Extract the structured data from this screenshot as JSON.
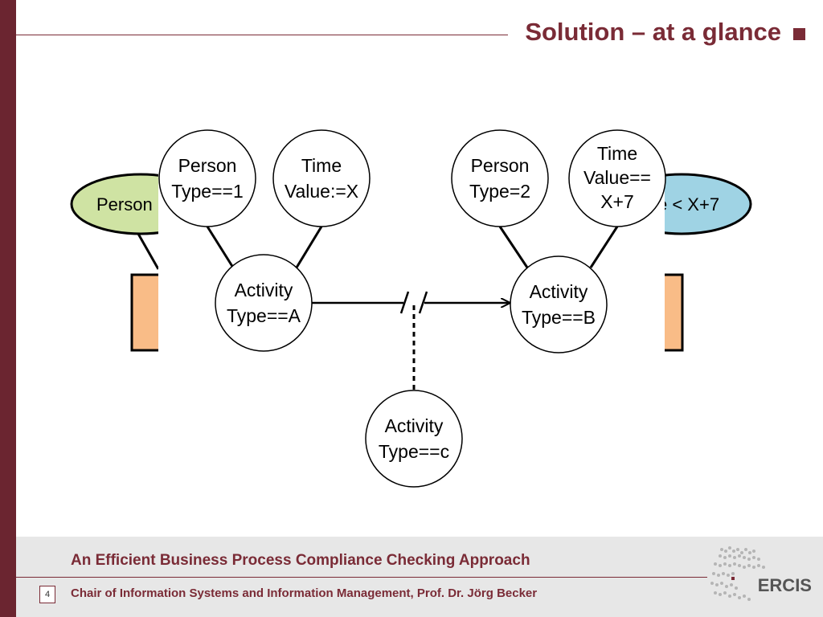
{
  "header": {
    "title": "Solution – at a glance"
  },
  "diagram": {
    "bg_left_ellipse": "Person",
    "bg_right_ellipse": "e < X+7",
    "nodes": {
      "person1": [
        "Person",
        "Type==1"
      ],
      "time1": [
        "Time",
        "Value:=X"
      ],
      "activityA": [
        "Activity",
        "Type==A"
      ],
      "person2": [
        "Person",
        "Type=2"
      ],
      "time2": [
        "Time",
        "Value==",
        "X+7"
      ],
      "activityB": [
        "Activity",
        "Type==B"
      ],
      "activityC": [
        "Activity",
        "Type==c"
      ]
    },
    "colors": {
      "green": "#cfe3a3",
      "blue": "#9fd3e4",
      "orange": "#f9bc87"
    }
  },
  "footer": {
    "title": "An Efficient Business Process Compliance Checking Approach",
    "subtitle": "Chair of Information Systems and Information Management, Prof. Dr. Jörg Becker",
    "page_number": "4",
    "logo_text": "ERCIS"
  }
}
